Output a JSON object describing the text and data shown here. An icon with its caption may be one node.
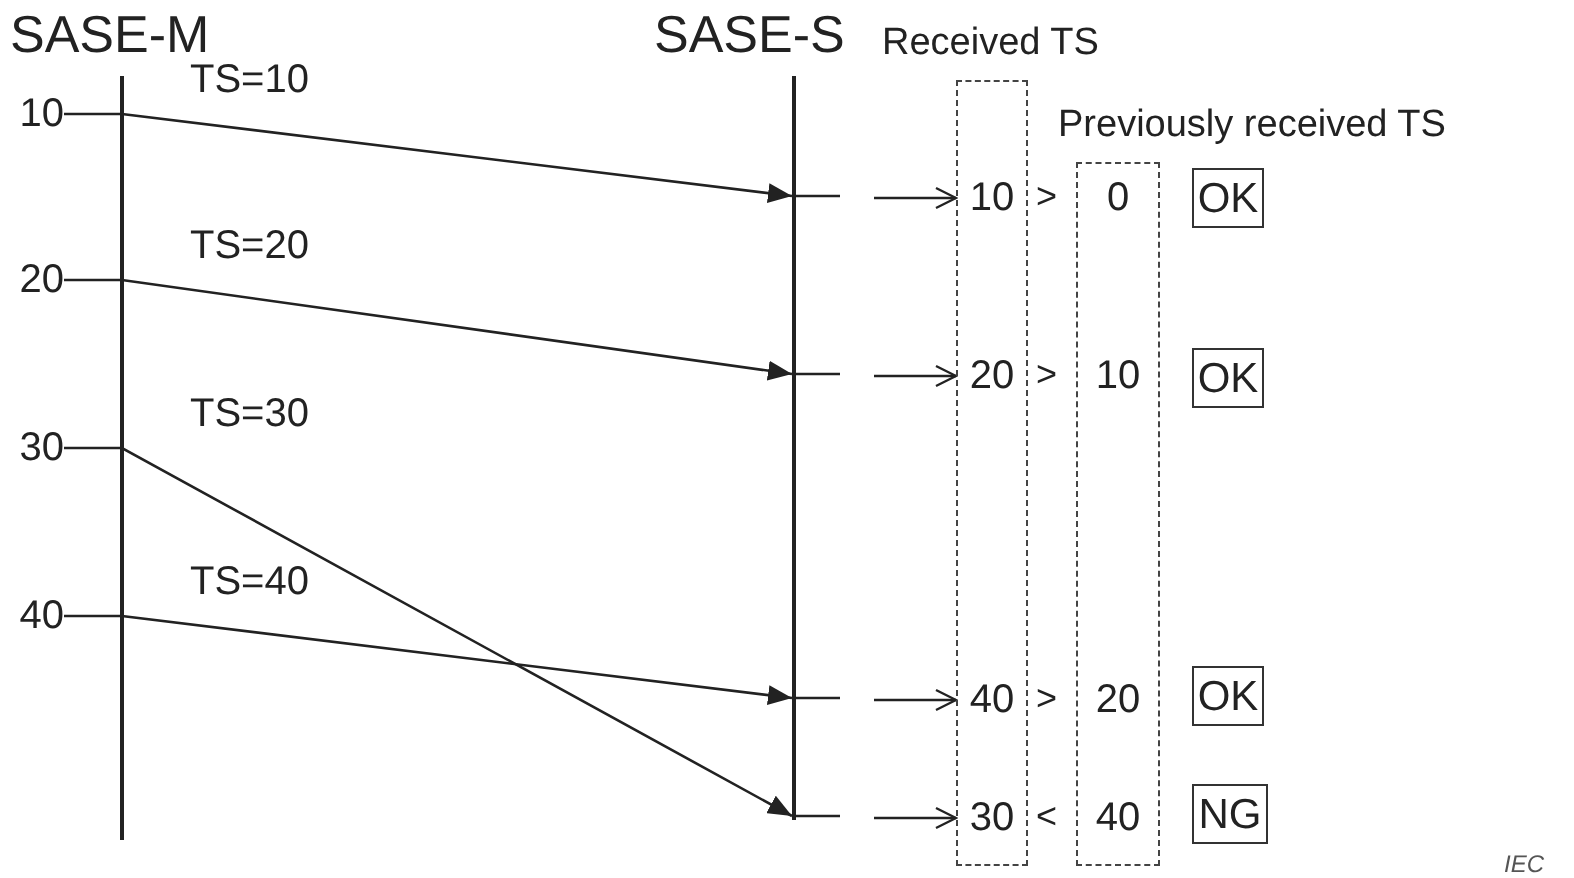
{
  "diagram": {
    "nodes": [
      {
        "text": [
          "SASE-M"
        ]
      },
      {
        "text": [
          "SASE-S"
        ]
      },
      {
        "text": [
          "10"
        ]
      },
      {
        "text": [
          "20"
        ]
      },
      {
        "text": [
          "30"
        ]
      },
      {
        "text": [
          "40"
        ]
      },
      {
        "text": [
          "Received TS"
        ]
      },
      {
        "text": [
          "10"
        ],
        "in": 6
      },
      {
        "text": [
          "20"
        ],
        "in": 6
      },
      {
        "text": [
          "40"
        ],
        "in": 6
      },
      {
        "text": [
          "30"
        ],
        "in": 6
      },
      {
        "text": [
          "Previously received TS"
        ]
      },
      {
        "text": [
          "0"
        ],
        "in": 11
      },
      {
        "text": [
          "10"
        ],
        "in": 11
      },
      {
        "text": [
          "20"
        ],
        "in": 11
      },
      {
        "text": [
          "40"
        ],
        "in": 11
      },
      {
        "text": [
          "OK"
        ]
      },
      {
        "text": [
          "OK"
        ]
      },
      {
        "text": [
          "OK"
        ]
      },
      {
        "text": [
          "NG"
        ]
      }
    ],
    "edges": [
      {
        "from": 2,
        "to": 1,
        "arrow": "to",
        "label": "TS=10"
      },
      {
        "from": 3,
        "to": 1,
        "arrow": "to",
        "label": "TS=20"
      },
      {
        "from": 4,
        "to": 1,
        "arrow": "to",
        "label": "TS=30"
      },
      {
        "from": 5,
        "to": 1,
        "arrow": "to",
        "label": "TS=40"
      },
      {
        "from": null,
        "to": 7,
        "arrow": "to"
      },
      {
        "from": null,
        "to": 8,
        "arrow": "to"
      },
      {
        "from": null,
        "to": 9,
        "arrow": "to"
      },
      {
        "from": null,
        "to": 10,
        "arrow": "to"
      }
    ],
    "labels": [
      ">",
      ">",
      ">",
      "<",
      "IEC"
    ]
  }
}
